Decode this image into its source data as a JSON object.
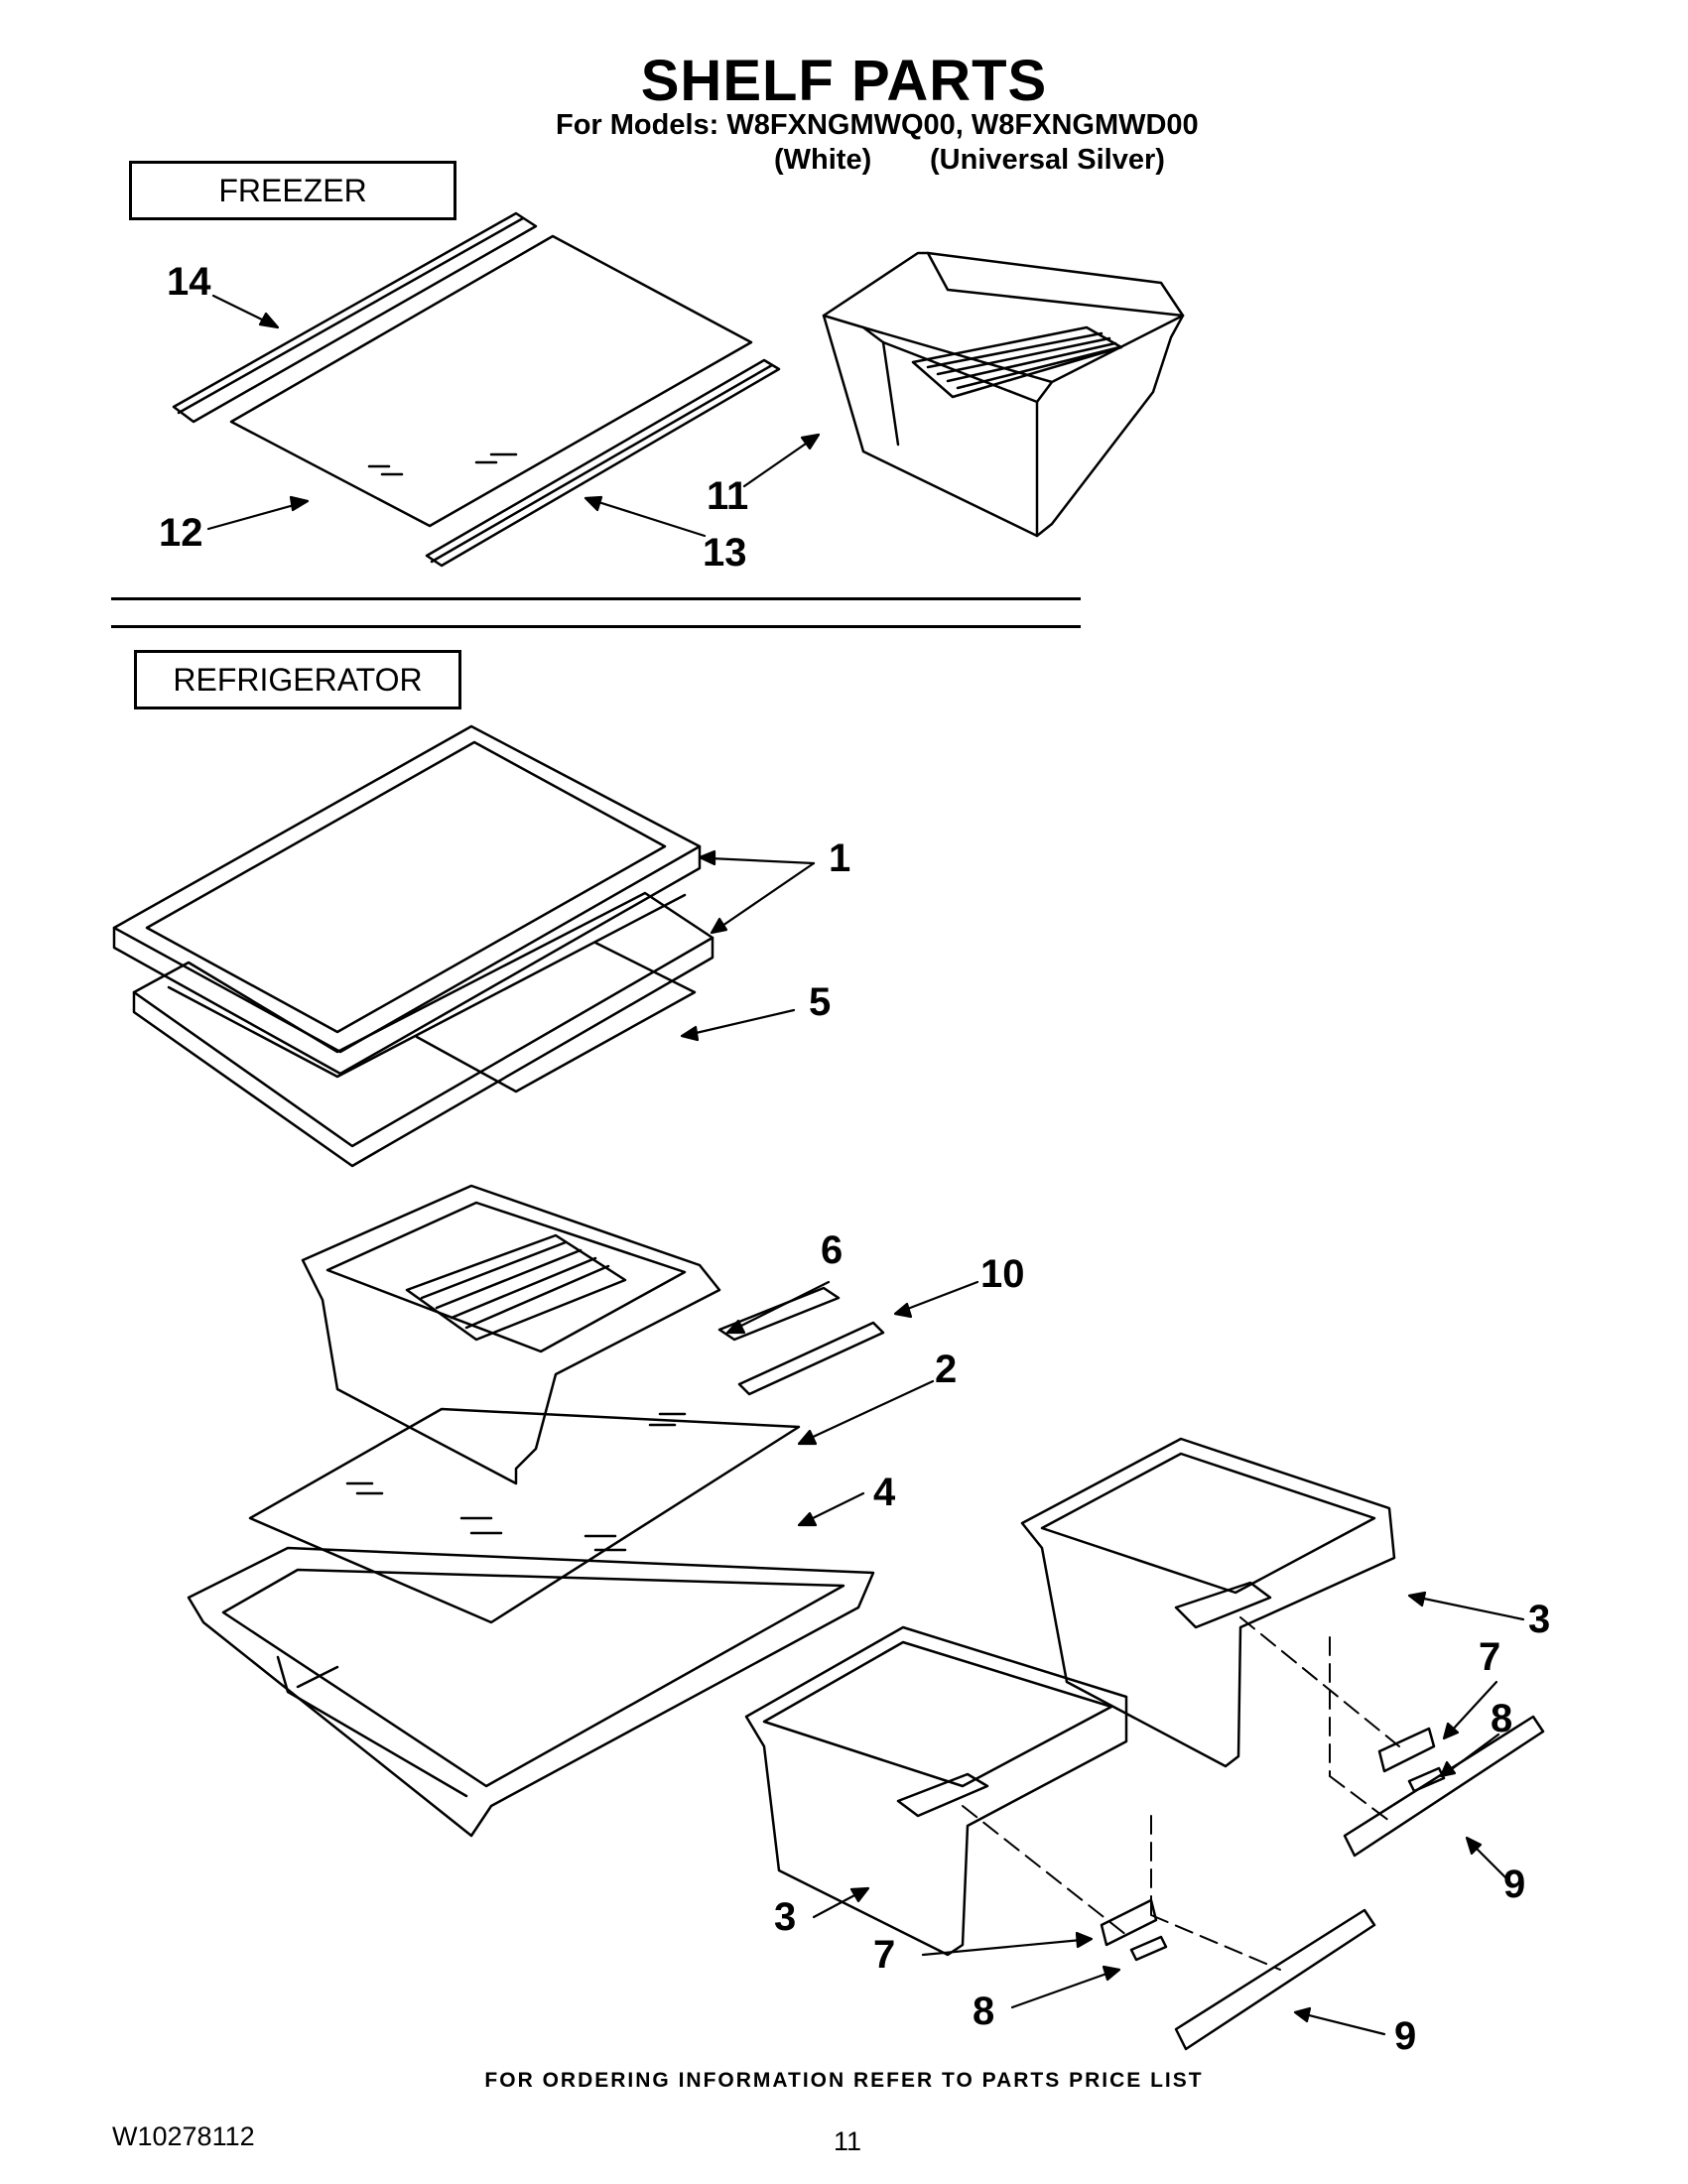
{
  "header": {
    "title": "SHELF PARTS",
    "models": "For Models: W8FXNGMWQ00, W8FXNGMWD00",
    "color_white": "(White)",
    "color_silver": "(Universal Silver)"
  },
  "sections": {
    "freezer": "FREEZER",
    "refrigerator": "REFRIGERATOR"
  },
  "callouts": {
    "c14": "14",
    "c12": "12",
    "c13": "13",
    "c11": "11",
    "c1": "1",
    "c5": "5",
    "c6": "6",
    "c10": "10",
    "c2": "2",
    "c4": "4",
    "c3a": "3",
    "c7a": "7",
    "c8a": "8",
    "c9a": "9",
    "c3b": "3",
    "c7b": "7",
    "c8b": "8",
    "c9b": "9"
  },
  "footer": {
    "note": "FOR ORDERING INFORMATION REFER TO PARTS PRICE LIST",
    "doc_id": "W10278112",
    "page_number": "11"
  }
}
